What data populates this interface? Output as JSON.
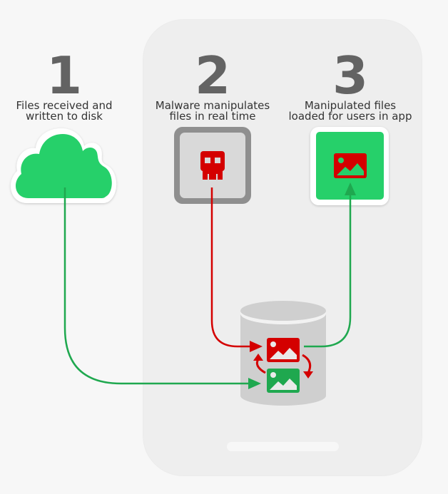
{
  "steps": [
    {
      "number": "1",
      "line1": "Files received and",
      "line2": "written to disk"
    },
    {
      "number": "2",
      "line1": "Malware manipulates",
      "line2": "files in real time"
    },
    {
      "number": "3",
      "line1": "Manipulated files",
      "line2": "loaded for users in app"
    }
  ],
  "icons": {
    "step1": "cloud-icon",
    "step2": "skull-icon",
    "step3": "image-icon",
    "storage": "database-icon"
  },
  "colors": {
    "green": "#26d06a",
    "dark_green": "#1fa84f",
    "red": "#d40000",
    "gray_number": "#636363",
    "phone_bg": "#eeeeee",
    "page_bg": "#f7f7f7"
  }
}
